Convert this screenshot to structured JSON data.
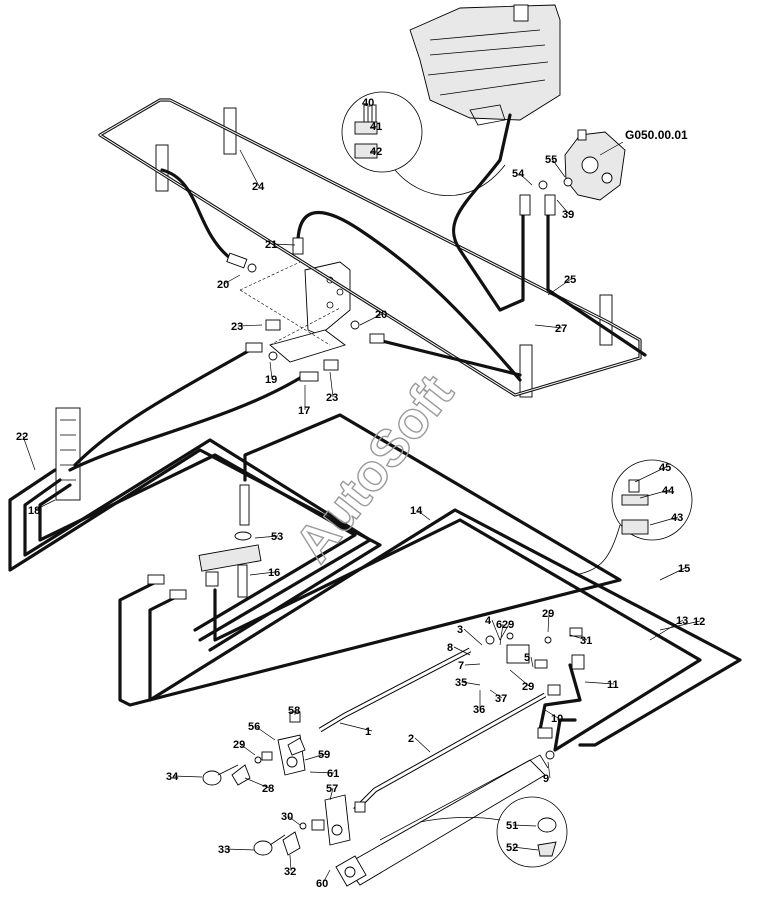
{
  "watermark": "AutoSoft",
  "reference": "G050.00.01",
  "callouts": [
    "1",
    "2",
    "3",
    "4",
    "5",
    "6",
    "7",
    "8",
    "9",
    "10",
    "11",
    "12",
    "13",
    "14",
    "15",
    "16",
    "17",
    "18",
    "19",
    "20",
    "20",
    "21",
    "22",
    "23",
    "23",
    "24",
    "25",
    "27",
    "28",
    "29",
    "29",
    "29",
    "29",
    "30",
    "31",
    "32",
    "33",
    "34",
    "35",
    "36",
    "37",
    "39",
    "40",
    "41",
    "42",
    "43",
    "44",
    "45",
    "51",
    "52",
    "53",
    "54",
    "55",
    "56",
    "57",
    "58",
    "59",
    "60",
    "61",
    "62"
  ]
}
